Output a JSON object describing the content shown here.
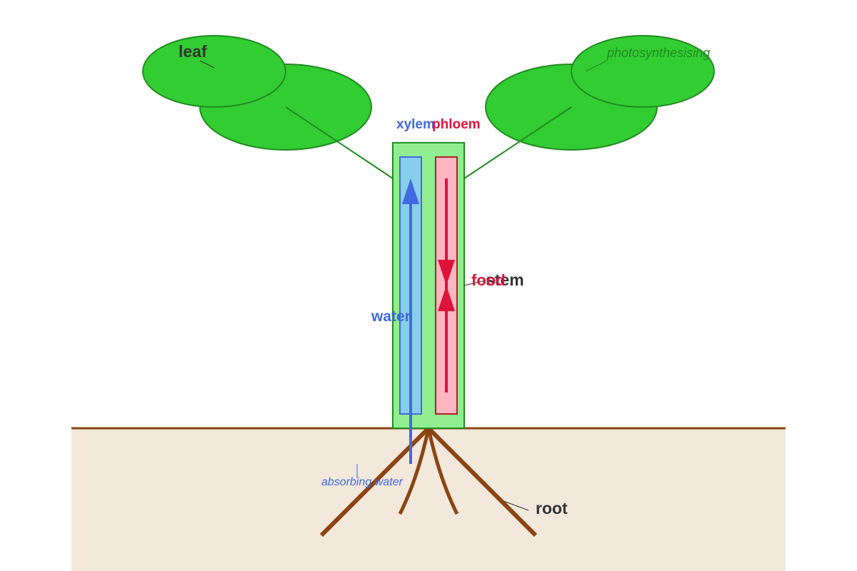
{
  "labels": {
    "leaf": "leaf",
    "photosynthesising": "photosynthesising",
    "xylem": "xylem",
    "phloem": "phloem",
    "food": "food",
    "stem": "stem",
    "water": "water",
    "absorbing_water": "absorbing water",
    "root": "root"
  },
  "colors": {
    "leaf_fill": "#32cd32",
    "leaf_stroke": "#228b22",
    "stem_fill": "#90ee90",
    "stem_stroke": "#228b22",
    "xylem_fill": "#87ceeb",
    "xylem_stroke": "#4169e1",
    "phloem_fill": "#ffb6c1",
    "phloem_stroke": "#b22222",
    "water_arrow": "#4169e1",
    "food_arrow": "#dc143c",
    "soil_fill": "#f2e8dc",
    "soil_line": "#8b4513",
    "root": "#8b4513",
    "label_dark": "#333333"
  }
}
